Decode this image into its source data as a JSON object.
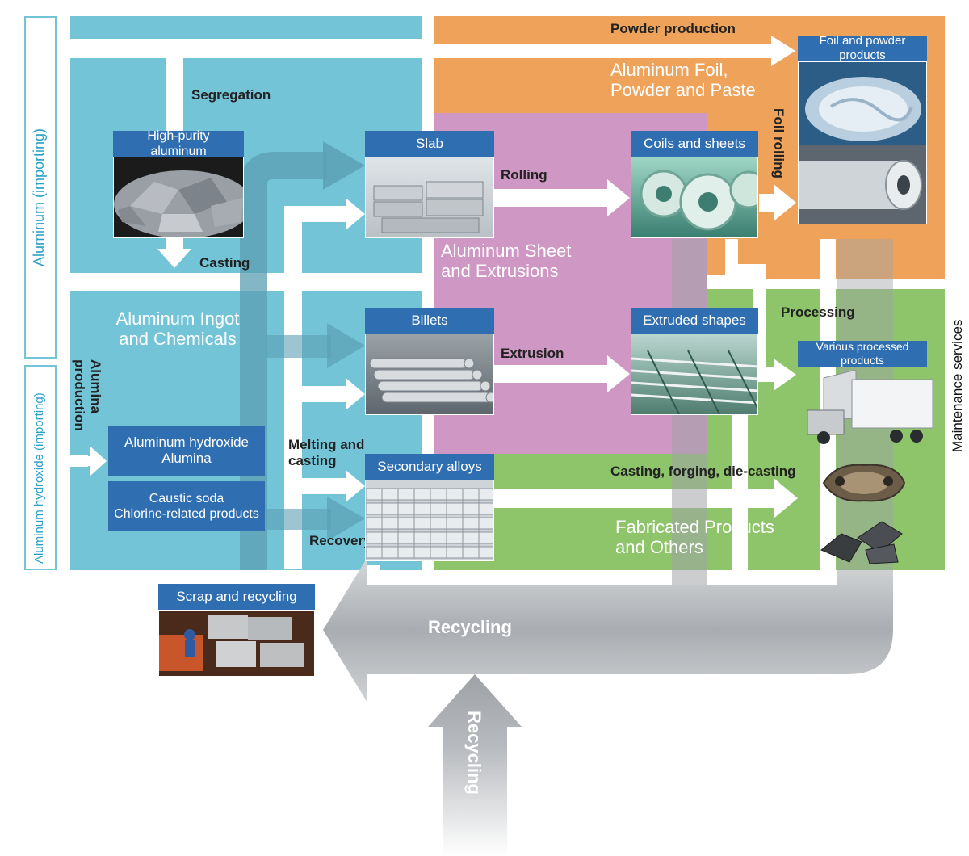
{
  "side_labels": {
    "aluminum_importing": "Aluminum (importing)",
    "aluminum_hydroxide_importing": "Aluminum hydroxide (importing)",
    "maintenance_services": "Maintenance services"
  },
  "sections": {
    "ingot": "Aluminum Ingot\nand Chemicals",
    "sheet": "Aluminum Sheet\nand Extrusions",
    "foil": "Aluminum Foil,\nPowder and Paste",
    "fabricated": "Fabricated Products\nand Others"
  },
  "process_labels": {
    "powder_production": "Powder production",
    "segregation": "Segregation",
    "casting": "Casting",
    "alumina_production": "Alumina\nproduction",
    "melting_casting": "Melting and\ncasting",
    "recovery": "Recovery",
    "rolling": "Rolling",
    "extrusion": "Extrusion",
    "foil_rolling": "Foil rolling",
    "processing": "Processing",
    "casting_forging": "Casting, forging, die-casting",
    "recycling_h": "Recycling",
    "recycling_v": "Recycling"
  },
  "boxes": {
    "high_purity": "High-purity aluminum",
    "slab": "Slab",
    "billets": "Billets",
    "secondary": "Secondary alloys",
    "coils": "Coils and sheets",
    "extruded": "Extruded shapes",
    "foil_products": "Foil and powder products",
    "processed": "Various processed products",
    "hydroxide": "Aluminum hydroxide\nAlumina",
    "caustic": "Caustic soda\nChlorine-related products",
    "scrap": "Scrap and recycling"
  },
  "colors": {
    "blue_region": "#74c4d8",
    "orange_region": "#eea25a",
    "pink_region": "#cf97c3",
    "green_region": "#8ec46a",
    "box_blue": "#2f6fb1",
    "recycle_gray": "#b9bcc0"
  }
}
